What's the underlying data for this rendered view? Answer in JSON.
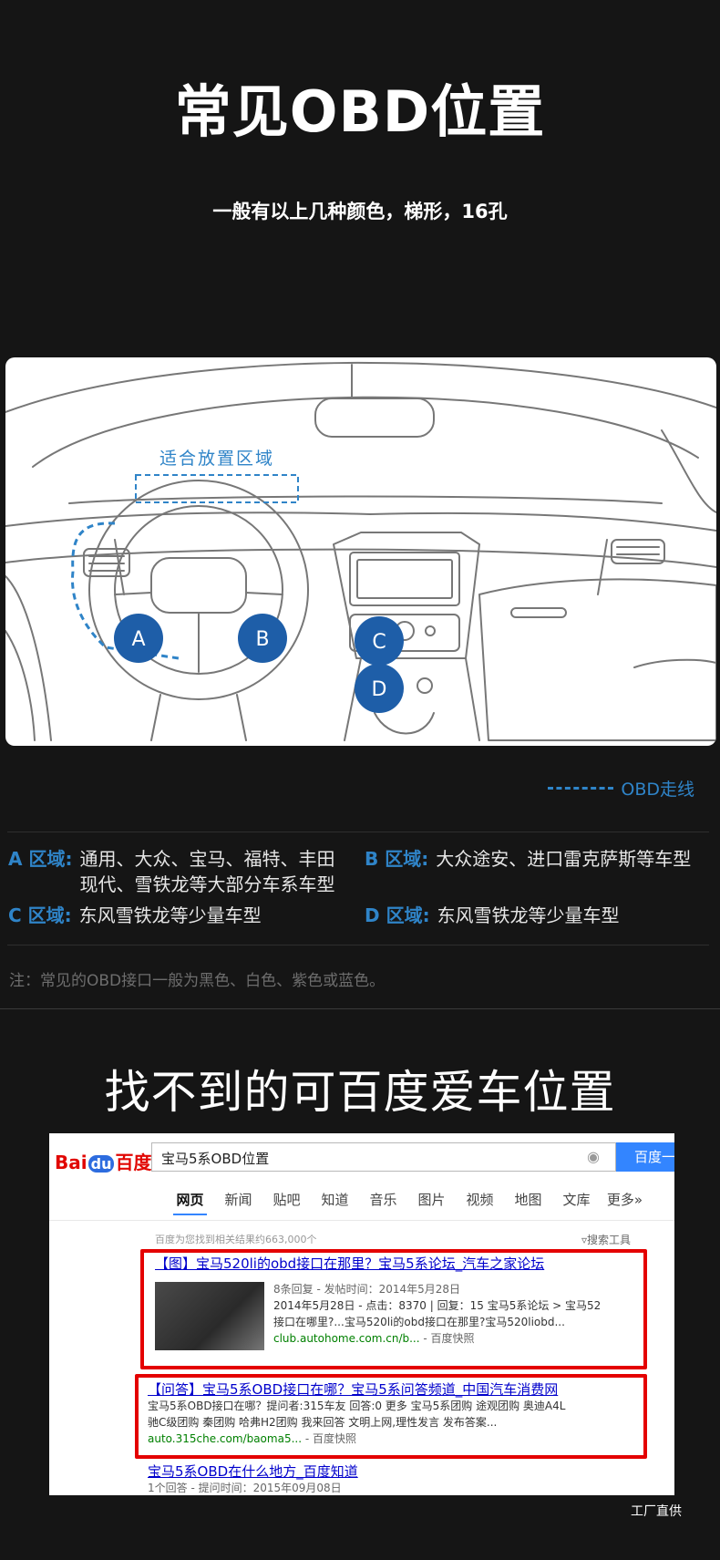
{
  "section1": {
    "title": "常见OBD位置",
    "subtitle": "一般有以上几种颜色，梯形，16孔",
    "diagram": {
      "placement_label": "适合放置区域",
      "markers": [
        "A",
        "B",
        "C",
        "D"
      ]
    },
    "legend": "OBD走线",
    "zones": [
      {
        "label": "A 区域:",
        "text": "通用、大众、宝马、福特、丰田现代、雪铁龙等大部分车系车型"
      },
      {
        "label": "B 区域:",
        "text": "大众途安、进口雷克萨斯等车型"
      },
      {
        "label": "C 区域:",
        "text": "东风雪铁龙等少量车型"
      },
      {
        "label": "D 区域:",
        "text": "东风雪铁龙等少量车型"
      }
    ],
    "note": "注：常见的OBD接口一般为黑色、白色、紫色或蓝色。"
  },
  "section2": {
    "title": "找不到的可百度爱车位置",
    "baidu": {
      "logo": {
        "bai": "Bai",
        "du": "du",
        "suffix": "百度"
      },
      "query": "宝马5系OBD位置",
      "search_button": "百度一下",
      "tabs": [
        "网页",
        "新闻",
        "贴吧",
        "知道",
        "音乐",
        "图片",
        "视频",
        "地图",
        "文库",
        "更多»"
      ],
      "result_count": "百度为您找到相关结果约663,000个",
      "search_tools": "搜索工具",
      "results": [
        {
          "title": "【图】宝马520li的obd接口在那里？宝马5系论坛_汽车之家论坛",
          "line1": "8条回复 - 发帖时间：2014年5月28日",
          "line2": "2014年5月28日 - 点击：8370 | 回复：15 宝马5系论坛 > 宝马52",
          "line3": "接口在哪里?...宝马520li的obd接口在那里?宝马520liobd...",
          "url": "club.autohome.com.cn/b...",
          "snapshot": "- 百度快照"
        },
        {
          "title": "【问答】宝马5系OBD接口在哪？宝马5系问答频道_中国汽车消费网",
          "line1": "宝马5系OBD接口在哪？提问者:315车友 回答:0 更多 宝马5系团购 途观团购 奥迪A4L",
          "line2": "驰C级团购 秦团购 哈弗H2团购 我来回答 文明上网,理性发言 发布答案...",
          "url": "auto.315che.com/baoma5...",
          "snapshot": "- 百度快照"
        },
        {
          "title": "宝马5系OBD在什么地方_百度知道",
          "line1": "1个回答 - 提问时间：2015年09月08日"
        }
      ]
    }
  },
  "footer": "工厂直供",
  "colors": {
    "accent": "#2f84c8",
    "highlight": "#e40000",
    "bg": "#151515"
  }
}
